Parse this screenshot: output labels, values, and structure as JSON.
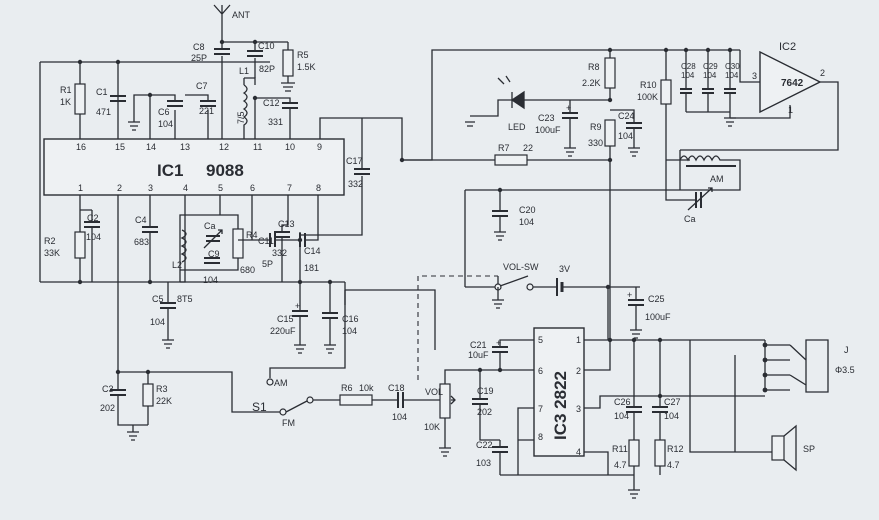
{
  "ic1": {
    "name": "IC1",
    "part": "9088",
    "pins": [
      "16",
      "15",
      "14",
      "13",
      "12",
      "11",
      "10",
      "9",
      "1",
      "2",
      "3",
      "4",
      "5",
      "6",
      "7",
      "8"
    ]
  },
  "ic2": {
    "name": "IC2",
    "part": "7642",
    "pins": [
      "3",
      "2",
      "1"
    ]
  },
  "ic3": {
    "name": "IC3 2822",
    "pins": [
      "5",
      "6",
      "7",
      "8",
      "1",
      "2",
      "3",
      "4"
    ]
  },
  "antenna": "ANT",
  "components": {
    "r1": {
      "ref": "R1",
      "val": "1K"
    },
    "r2": {
      "ref": "R2",
      "val": "33K"
    },
    "r3": {
      "ref": "R3",
      "val": "22K"
    },
    "r4": {
      "ref": "R4",
      "val": "680"
    },
    "r5": {
      "ref": "R5",
      "val": "1.5K"
    },
    "r6": {
      "ref": "R6",
      "val": "10k"
    },
    "r7": {
      "ref": "R7",
      "val": "22"
    },
    "r8": {
      "ref": "R8",
      "val": "2.2K"
    },
    "r9": {
      "ref": "R9",
      "val": "330"
    },
    "r10": {
      "ref": "R10",
      "val": "100K"
    },
    "r11": {
      "ref": "R11",
      "val": "4.7"
    },
    "r12": {
      "ref": "R12",
      "val": "4.7"
    },
    "c1": {
      "ref": "C1",
      "val": "471"
    },
    "c2": {
      "ref": "C2",
      "val": "104"
    },
    "c3": {
      "ref": "C3",
      "val": "202"
    },
    "c4": {
      "ref": "C4",
      "val": "683"
    },
    "c5": {
      "ref": "C5",
      "val": "104"
    },
    "c6": {
      "ref": "C6",
      "val": "104"
    },
    "c7": {
      "ref": "C7",
      "val": "221"
    },
    "c8": {
      "ref": "C8",
      "val": "25P"
    },
    "c9": {
      "ref": "C9",
      "val": "104"
    },
    "c10": {
      "ref": "C10",
      "val": "82P"
    },
    "c11": {
      "ref": "C11",
      "val": "5P"
    },
    "c12": {
      "ref": "C12",
      "val": "331"
    },
    "c13": {
      "ref": "C13",
      "val": "332"
    },
    "c14": {
      "ref": "C14",
      "val": "181"
    },
    "c15": {
      "ref": "C15",
      "val": "220uF"
    },
    "c16": {
      "ref": "C16",
      "val": "104"
    },
    "c17": {
      "ref": "C17",
      "val": "332"
    },
    "c18": {
      "ref": "C18",
      "val": "104"
    },
    "c19": {
      "ref": "C19",
      "val": "202"
    },
    "c20": {
      "ref": "C20",
      "val": "104"
    },
    "c21": {
      "ref": "C21",
      "val": "10uF"
    },
    "c22": {
      "ref": "C22",
      "val": "103"
    },
    "c23": {
      "ref": "C23",
      "val": "100uF"
    },
    "c24": {
      "ref": "C24",
      "val": "104"
    },
    "c25": {
      "ref": "C25",
      "val": "100uF"
    },
    "c26": {
      "ref": "C26",
      "val": "104"
    },
    "c27": {
      "ref": "C27",
      "val": "104"
    },
    "c28": {
      "ref": "C28",
      "val": "104"
    },
    "c29": {
      "ref": "C29",
      "val": "104"
    },
    "c30": {
      "ref": "C30",
      "val": "104"
    }
  },
  "inductors": {
    "l1": "L1",
    "l1_val": "7/5",
    "l2": "L2",
    "l2_val": "8T5",
    "am": "AM"
  },
  "trimmers": {
    "ca": "Ca",
    "ca2": "Ca"
  },
  "led": "LED",
  "switch": {
    "ref": "S1",
    "am": "AM",
    "fm": "FM"
  },
  "vol": {
    "ref": "VOL",
    "val": "10K"
  },
  "power": {
    "sw": "VOL-SW",
    "voltage": "3V"
  },
  "jack": {
    "ref": "J",
    "size": "Φ3.5"
  },
  "speaker": "SP",
  "pin_plus": "+"
}
